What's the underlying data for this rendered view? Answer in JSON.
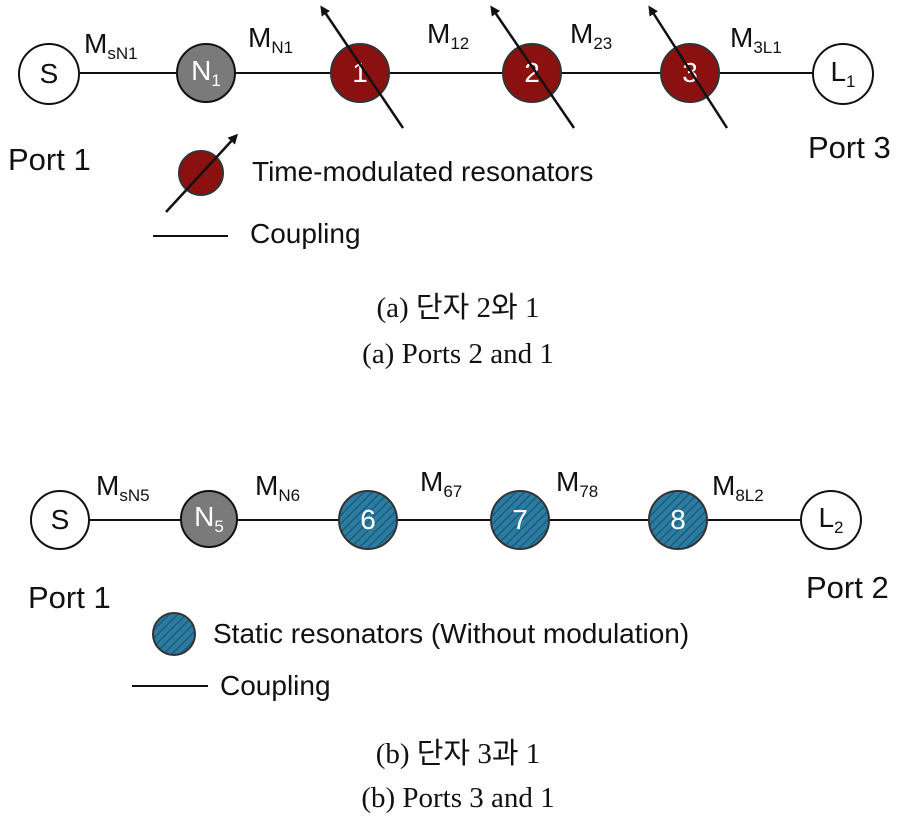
{
  "diagram_a": {
    "nodes": {
      "s": "S",
      "n": "N",
      "n_sub": "1",
      "r1": "1",
      "r2": "2",
      "r3": "3",
      "l": "L",
      "l_sub": "1"
    },
    "couplings": {
      "c1": {
        "main": "M",
        "sub": "sN1"
      },
      "c2": {
        "main": "M",
        "sub": "N1"
      },
      "c3": {
        "main": "M",
        "sub": "12"
      },
      "c4": {
        "main": "M",
        "sub": "23"
      },
      "c5": {
        "main": "M",
        "sub": "3L1"
      }
    },
    "port_left": "Port 1",
    "port_right": "Port 3",
    "legend_resonator": "Time-modulated resonators",
    "legend_coupling": "Coupling",
    "caption_ko": "(a)  단자 2와 1",
    "caption_en": "(a)  Ports  2  and  1",
    "colors": {
      "resonator": "#8b1010",
      "intermediate": "#7a7a7a"
    }
  },
  "diagram_b": {
    "nodes": {
      "s": "S",
      "n": "N",
      "n_sub": "5",
      "r6": "6",
      "r7": "7",
      "r8": "8",
      "l": "L",
      "l_sub": "2"
    },
    "couplings": {
      "c1": {
        "main": "M",
        "sub": "sN5"
      },
      "c2": {
        "main": "M",
        "sub": "N6"
      },
      "c3": {
        "main": "M",
        "sub": "67"
      },
      "c4": {
        "main": "M",
        "sub": "78"
      },
      "c5": {
        "main": "M",
        "sub": "8L2"
      }
    },
    "port_left": "Port 1",
    "port_right": "Port 2",
    "legend_resonator": "Static resonators (Without modulation)",
    "legend_coupling": "Coupling",
    "caption_ko": "(b)  단자 3과 1",
    "caption_en": "(b)  Ports  3  and  1",
    "colors": {
      "resonator": "#2b7da0",
      "intermediate": "#7a7a7a"
    }
  }
}
